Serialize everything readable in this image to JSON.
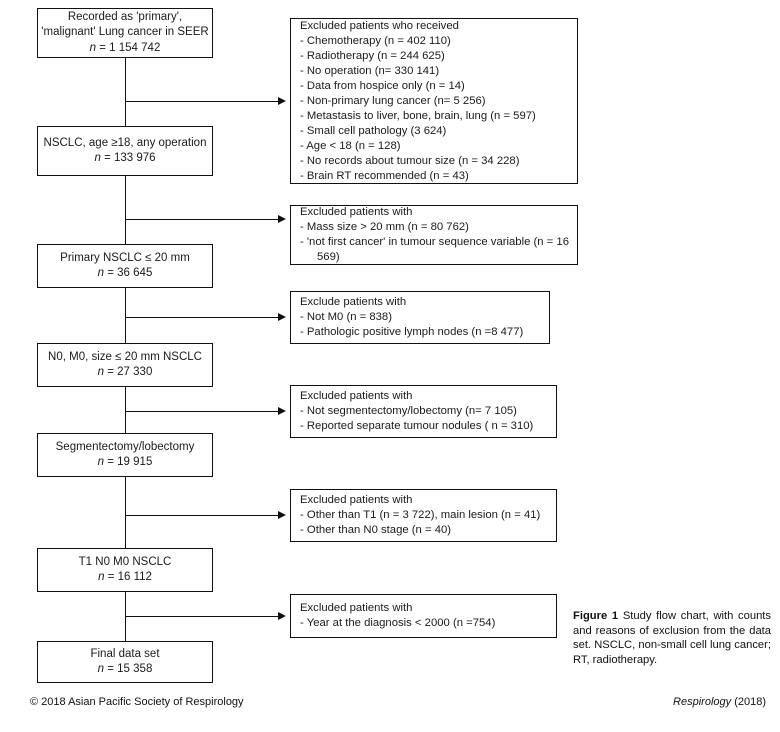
{
  "figure": {
    "caption_label": "Figure 1",
    "caption_text": "Study flow chart, with counts and reasons of exclusion from the data set. NSCLC, non-small cell lung cancer; RT, radiotherapy."
  },
  "footer": {
    "copyright": "© 2018 Asian Pacific Society of Respirology",
    "journal": "Respirology",
    "year": "(2018)"
  },
  "flow": {
    "cohorts": [
      {
        "id": "cohort-seer",
        "line1": "Recorded as 'primary',",
        "line2": "'malignant' Lung cancer in SEER",
        "n_prefix": "n",
        "n_value": "= 1 154 742"
      },
      {
        "id": "cohort-nsclc-operated",
        "line1": "NSCLC, age ≥18, any operation",
        "line2": "",
        "n_prefix": "n",
        "n_value": "=  133 976"
      },
      {
        "id": "cohort-primary-20mm",
        "line1": "Primary NSCLC ≤ 20 mm",
        "line2": "",
        "n_prefix": "n",
        "n_value": "= 36 645"
      },
      {
        "id": "cohort-n0-m0-20mm",
        "line1": "N0, M0, size ≤ 20 mm NSCLC",
        "line2": "",
        "n_prefix": "n",
        "n_value": "= 27 330"
      },
      {
        "id": "cohort-segmentectomy-lobectomy",
        "line1": "Segmentectomy/lobectomy",
        "line2": "",
        "n_prefix": "n",
        "n_value": "= 19 915"
      },
      {
        "id": "cohort-t1-n0-m0",
        "line1": "T1 N0 M0 NSCLC",
        "line2": "",
        "n_prefix": "n",
        "n_value": "= 16 112"
      },
      {
        "id": "cohort-final-data-set",
        "line1": "Final data set",
        "line2": "",
        "n_prefix": "n",
        "n_value": "= 15 358"
      }
    ],
    "exclusions": [
      {
        "id": "exclusion-treatment",
        "heading": "Excluded patients who received",
        "items": [
          "- Chemotherapy (n = 402 110)",
          "- Radiotherapy (n = 244 625)",
          "- No operation (n= 330 141)",
          "- Data from hospice only (n = 14)",
          "- Non-primary lung cancer (n= 5 256)",
          "- Metastasis to liver, bone, brain, lung (n = 597)",
          "- Small cell pathology (3 624)",
          "- Age < 18 (n =  128)",
          "- No records about tumour size (n = 34 228)",
          "- Brain RT recommended (n = 43)"
        ]
      },
      {
        "id": "exclusion-size-sequence",
        "heading": "Excluded patients with",
        "items": [
          "-   Mass size > 20 mm (n = 80 762)",
          "-   'not first cancer' in tumour sequence variable (n = 16 569)"
        ]
      },
      {
        "id": "exclusion-stage-nodes",
        "heading": "Exclude patients with",
        "items": [
          "- Not M0 (n =  838)",
          "- Pathologic positive lymph nodes (n =8 477)"
        ]
      },
      {
        "id": "exclusion-surgery-type",
        "heading": "Excluded patients with",
        "items": [
          "-   Not segmentectomy/lobectomy (n= 7 105)",
          "-   Reported separate tumour nodules ( n  = 310)"
        ]
      },
      {
        "id": "exclusion-t-n-stage",
        "heading": "Excluded patients with",
        "items": [
          "- Other than T1 (n = 3 722), main lesion (n = 41)",
          "- Other than N0 stage (n =  40)"
        ]
      },
      {
        "id": "exclusion-diagnosis-year",
        "heading": "Excluded patients with",
        "items": [
          "- Year at the diagnosis <  2000 (n =754)"
        ]
      }
    ]
  }
}
